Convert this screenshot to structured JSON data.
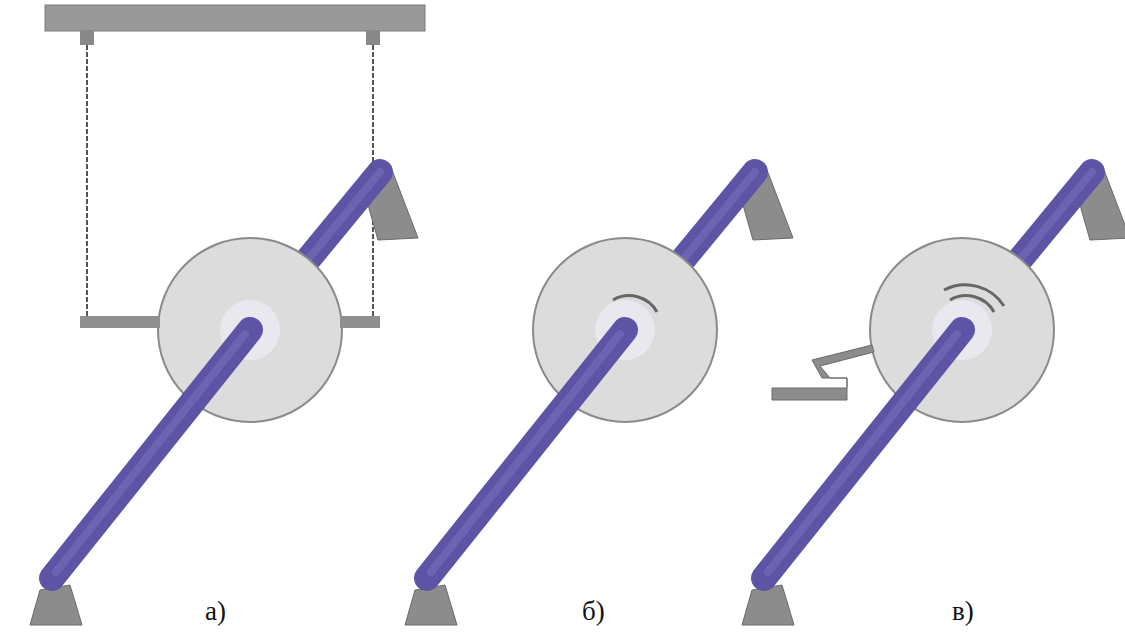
{
  "diagram": {
    "labels": [
      "а)",
      "б)",
      "в)"
    ]
  }
}
